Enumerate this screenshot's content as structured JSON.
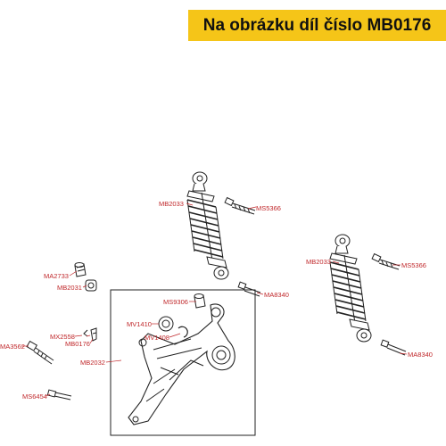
{
  "banner": {
    "text": "Na obrázku díl číslo MB0176",
    "color": "#f5c518"
  },
  "colors": {
    "label": "#c0282b",
    "line": "#222222"
  },
  "labels": {
    "mb2033_left": "MB2033",
    "ms5366_left": "MS5366",
    "mb2033_right": "MB2033",
    "ms5366_right": "MS5366",
    "ma2733": "MA2733",
    "mb2031": "MB2031",
    "ms9306": "MS9306",
    "ma8340_upper": "MA8340",
    "mv1410": "MV1410",
    "mv1408": "MV1408",
    "mx2558": "MX2558",
    "mb0176": "MB0176",
    "ma3562": "MA3562",
    "mb2032": "MB2032",
    "ma8340_lower": "MA8340",
    "ms6454": "MS6454"
  }
}
